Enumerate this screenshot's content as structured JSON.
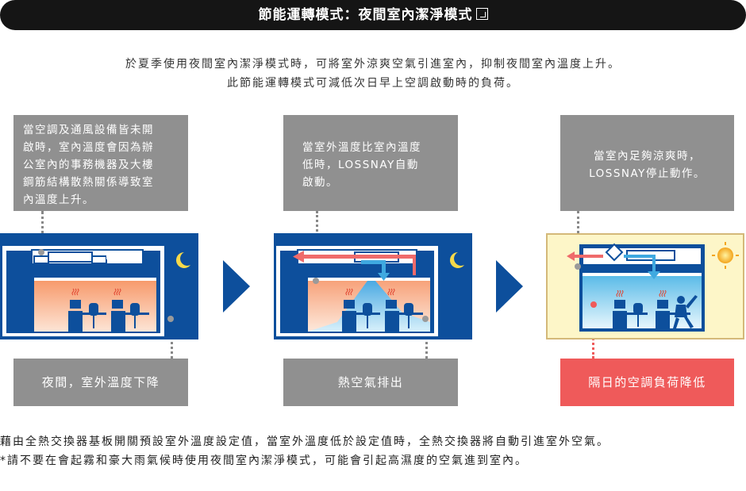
{
  "title": "節能運轉模式：夜間室內潔淨模式",
  "intro": {
    "line1": "於夏季使用夜間室內潔淨模式時，可將室外涼爽空氣引進室內，抑制夜間室內溫度上升。",
    "line2": "此節能運轉模式可減低次日早上空調啟動時的負荷。"
  },
  "steps": [
    {
      "callout_lines": [
        "當空調及通風設備皆未開",
        "啟時，室內溫度會因為辦",
        "公室內的事務機器及大樓",
        "鋼筋結構散熱關係導致室",
        "內溫度上升。"
      ],
      "bottom_label": "夜間，室外溫度下降"
    },
    {
      "callout_lines": [
        "當室外溫度比室內溫度",
        "低時，LOSSNAY自動",
        "啟動。"
      ],
      "bottom_label": "熱空氣排出"
    },
    {
      "callout_lines": [
        "當室內足夠涼爽時，",
        "LOSSNAY停止動作。"
      ],
      "bottom_label": "隔日的空調負荷降低"
    }
  ],
  "notes": {
    "line1": "藉由全熱交換器基板開關預設室外溫度設定值，當室外溫度低於設定值時，全熱交換器將自動引進室外空氣。",
    "line2": "*請不要在會起霧和豪大雨氣候時使用夜間室內潔淨模式，可能會引起高濕度的空氣進到室內。"
  },
  "icons": {
    "panel1": [
      "moon-icon",
      "heat-icon",
      "computer-icon",
      "office-chair-icon"
    ],
    "panel2": [
      "moon-icon",
      "exhaust-arrow-icon",
      "intake-arrow-icon"
    ],
    "panel3": [
      "sun-icon",
      "lossnay-unit-icon",
      "person-stretching-icon"
    ],
    "between_steps": "chevron-right-icon"
  },
  "colors": {
    "night_blue": "#0d4f9c",
    "arrow_blue": "#0d4f9c",
    "callout_gray": "#909090",
    "bottom_highlight": "#ef5a5a",
    "warm_room": "#f7a27a",
    "cool_room": "#8fd3f2",
    "day_yellow": "#fdf6c8"
  }
}
